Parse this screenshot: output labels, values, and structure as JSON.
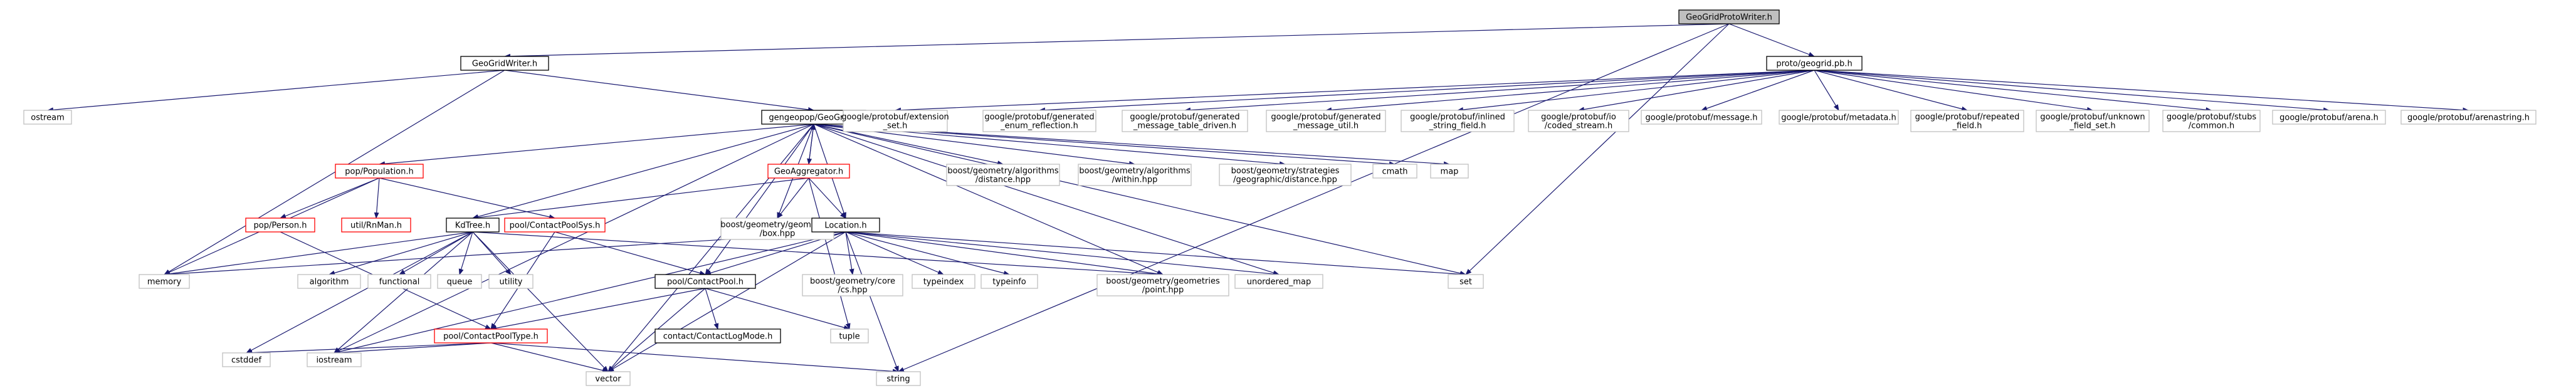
{
  "diagram": {
    "nodes": [
      {
        "id": "root",
        "lines": [
          "GeoGridProtoWriter.h"
        ],
        "style": "root"
      },
      {
        "id": "geogridwriter",
        "lines": [
          "GeoGridWriter.h"
        ],
        "style": "main"
      },
      {
        "id": "protogeogrid",
        "lines": [
          "proto/geogrid.pb.h"
        ],
        "style": "main"
      },
      {
        "id": "ostream",
        "lines": [
          "ostream"
        ],
        "style": "ext"
      },
      {
        "id": "geogrid",
        "lines": [
          "gengeopop/GeoGrid.h"
        ],
        "style": "main"
      },
      {
        "id": "ext_set",
        "lines": [
          "google/protobuf/extension",
          "_set.h"
        ],
        "style": "ext"
      },
      {
        "id": "gen_enum",
        "lines": [
          "google/protobuf/generated",
          "_enum_reflection.h"
        ],
        "style": "ext"
      },
      {
        "id": "gen_table",
        "lines": [
          "google/protobuf/generated",
          "_message_table_driven.h"
        ],
        "style": "ext"
      },
      {
        "id": "gen_util",
        "lines": [
          "google/protobuf/generated",
          "_message_util.h"
        ],
        "style": "ext"
      },
      {
        "id": "inlined",
        "lines": [
          "google/protobuf/inlined",
          "_string_field.h"
        ],
        "style": "ext"
      },
      {
        "id": "coded",
        "lines": [
          "google/protobuf/io",
          "/coded_stream.h"
        ],
        "style": "ext"
      },
      {
        "id": "message",
        "lines": [
          "google/protobuf/message.h"
        ],
        "style": "ext"
      },
      {
        "id": "metadata",
        "lines": [
          "google/protobuf/metadata.h"
        ],
        "style": "ext"
      },
      {
        "id": "repeated",
        "lines": [
          "google/protobuf/repeated",
          "_field.h"
        ],
        "style": "ext"
      },
      {
        "id": "unknown",
        "lines": [
          "google/protobuf/unknown",
          "_field_set.h"
        ],
        "style": "ext"
      },
      {
        "id": "stubs",
        "lines": [
          "google/protobuf/stubs",
          "/common.h"
        ],
        "style": "ext"
      },
      {
        "id": "arena",
        "lines": [
          "google/protobuf/arena.h"
        ],
        "style": "ext"
      },
      {
        "id": "arenastring",
        "lines": [
          "google/protobuf/arenastring.h"
        ],
        "style": "ext"
      },
      {
        "id": "population",
        "lines": [
          "pop/Population.h"
        ],
        "style": "red"
      },
      {
        "id": "geoagg",
        "lines": [
          "GeoAggregator.h"
        ],
        "style": "red"
      },
      {
        "id": "bg_distance",
        "lines": [
          "boost/geometry/algorithms",
          "/distance.hpp"
        ],
        "style": "ext"
      },
      {
        "id": "bg_within",
        "lines": [
          "boost/geometry/algorithms",
          "/within.hpp"
        ],
        "style": "ext"
      },
      {
        "id": "bg_geodist",
        "lines": [
          "boost/geometry/strategies",
          "/geographic/distance.hpp"
        ],
        "style": "ext"
      },
      {
        "id": "cmath",
        "lines": [
          "cmath"
        ],
        "style": "ext"
      },
      {
        "id": "map",
        "lines": [
          "map"
        ],
        "style": "ext"
      },
      {
        "id": "person",
        "lines": [
          "pop/Person.h"
        ],
        "style": "red"
      },
      {
        "id": "rnman",
        "lines": [
          "util/RnMan.h"
        ],
        "style": "red"
      },
      {
        "id": "kdtree",
        "lines": [
          "KdTree.h"
        ],
        "style": "main"
      },
      {
        "id": "cpsys",
        "lines": [
          "pool/ContactPoolSys.h"
        ],
        "style": "red"
      },
      {
        "id": "bg_box",
        "lines": [
          "boost/geometry/geometries",
          "/box.hpp"
        ],
        "style": "ext"
      },
      {
        "id": "location",
        "lines": [
          "Location.h"
        ],
        "style": "main"
      },
      {
        "id": "memory",
        "lines": [
          "memory"
        ],
        "style": "ext"
      },
      {
        "id": "algorithm",
        "lines": [
          "algorithm"
        ],
        "style": "ext"
      },
      {
        "id": "functional",
        "lines": [
          "functional"
        ],
        "style": "ext"
      },
      {
        "id": "queue",
        "lines": [
          "queue"
        ],
        "style": "ext"
      },
      {
        "id": "utility",
        "lines": [
          "utility"
        ],
        "style": "ext"
      },
      {
        "id": "contactpool",
        "lines": [
          "pool/ContactPool.h"
        ],
        "style": "main"
      },
      {
        "id": "bg_cs",
        "lines": [
          "boost/geometry/core",
          "/cs.hpp"
        ],
        "style": "ext"
      },
      {
        "id": "typeindex",
        "lines": [
          "typeindex"
        ],
        "style": "ext"
      },
      {
        "id": "typeinfo",
        "lines": [
          "typeinfo"
        ],
        "style": "ext"
      },
      {
        "id": "bg_point",
        "lines": [
          "boost/geometry/geometries",
          "/point.hpp"
        ],
        "style": "ext"
      },
      {
        "id": "unordered_map",
        "lines": [
          "unordered_map"
        ],
        "style": "ext"
      },
      {
        "id": "set",
        "lines": [
          "set"
        ],
        "style": "ext"
      },
      {
        "id": "tuple",
        "lines": [
          "tuple"
        ],
        "style": "ext"
      },
      {
        "id": "logmode",
        "lines": [
          "contact/ContactLogMode.h"
        ],
        "style": "main"
      },
      {
        "id": "cptype",
        "lines": [
          "pool/ContactPoolType.h"
        ],
        "style": "red"
      },
      {
        "id": "cstddef",
        "lines": [
          "cstddef"
        ],
        "style": "ext"
      },
      {
        "id": "iostream",
        "lines": [
          "iostream"
        ],
        "style": "ext"
      },
      {
        "id": "vector",
        "lines": [
          "vector"
        ],
        "style": "ext"
      },
      {
        "id": "string",
        "lines": [
          "string"
        ],
        "style": "ext"
      }
    ],
    "edges": [
      [
        "root",
        "geogridwriter"
      ],
      [
        "root",
        "protogeogrid"
      ],
      [
        "root",
        "set"
      ],
      [
        "root",
        "string"
      ],
      [
        "geogridwriter",
        "ostream"
      ],
      [
        "geogridwriter",
        "geogrid"
      ],
      [
        "geogridwriter",
        "memory"
      ],
      [
        "protogeogrid",
        "ext_set"
      ],
      [
        "protogeogrid",
        "gen_enum"
      ],
      [
        "protogeogrid",
        "gen_table"
      ],
      [
        "protogeogrid",
        "gen_util"
      ],
      [
        "protogeogrid",
        "inlined"
      ],
      [
        "protogeogrid",
        "coded"
      ],
      [
        "protogeogrid",
        "message"
      ],
      [
        "protogeogrid",
        "metadata"
      ],
      [
        "protogeogrid",
        "repeated"
      ],
      [
        "protogeogrid",
        "unknown"
      ],
      [
        "protogeogrid",
        "stubs"
      ],
      [
        "protogeogrid",
        "arena"
      ],
      [
        "protogeogrid",
        "arenastring"
      ],
      [
        "geogrid",
        "population"
      ],
      [
        "geogrid",
        "geoagg"
      ],
      [
        "geogrid",
        "bg_distance"
      ],
      [
        "geogrid",
        "bg_within"
      ],
      [
        "geogrid",
        "bg_geodist"
      ],
      [
        "geogrid",
        "cmath"
      ],
      [
        "geogrid",
        "map"
      ],
      [
        "geogrid",
        "kdtree"
      ],
      [
        "geogrid",
        "bg_box"
      ],
      [
        "geogrid",
        "location"
      ],
      [
        "geogrid",
        "contactpool"
      ],
      [
        "geogrid",
        "bg_point"
      ],
      [
        "geogrid",
        "unordered_map"
      ],
      [
        "geogrid",
        "set"
      ],
      [
        "geogrid",
        "vector"
      ],
      [
        "geogrid",
        "iostream"
      ],
      [
        "population",
        "person"
      ],
      [
        "population",
        "rnman"
      ],
      [
        "population",
        "cpsys"
      ],
      [
        "population",
        "memory"
      ],
      [
        "geoagg",
        "geogrid"
      ],
      [
        "geoagg",
        "kdtree"
      ],
      [
        "geoagg",
        "bg_box"
      ],
      [
        "geoagg",
        "location"
      ],
      [
        "geoagg",
        "tuple"
      ],
      [
        "person",
        "cptype"
      ],
      [
        "kdtree",
        "memory"
      ],
      [
        "kdtree",
        "algorithm"
      ],
      [
        "kdtree",
        "functional"
      ],
      [
        "kdtree",
        "queue"
      ],
      [
        "kdtree",
        "utility"
      ],
      [
        "kdtree",
        "cstddef"
      ],
      [
        "kdtree",
        "iostream"
      ],
      [
        "kdtree",
        "vector"
      ],
      [
        "kdtree",
        "bg_point"
      ],
      [
        "cpsys",
        "contactpool"
      ],
      [
        "cpsys",
        "cptype"
      ],
      [
        "location",
        "memory"
      ],
      [
        "location",
        "contactpool"
      ],
      [
        "location",
        "bg_cs"
      ],
      [
        "location",
        "typeindex"
      ],
      [
        "location",
        "typeinfo"
      ],
      [
        "location",
        "bg_point"
      ],
      [
        "location",
        "unordered_map"
      ],
      [
        "location",
        "set"
      ],
      [
        "location",
        "vector"
      ],
      [
        "location",
        "string"
      ],
      [
        "location",
        "iostream"
      ],
      [
        "contactpool",
        "logmode"
      ],
      [
        "contactpool",
        "cptype"
      ],
      [
        "contactpool",
        "tuple"
      ],
      [
        "contactpool",
        "vector"
      ],
      [
        "cptype",
        "cstddef"
      ],
      [
        "cptype",
        "iostream"
      ],
      [
        "cptype",
        "string"
      ],
      [
        "cptype",
        "vector"
      ]
    ]
  }
}
